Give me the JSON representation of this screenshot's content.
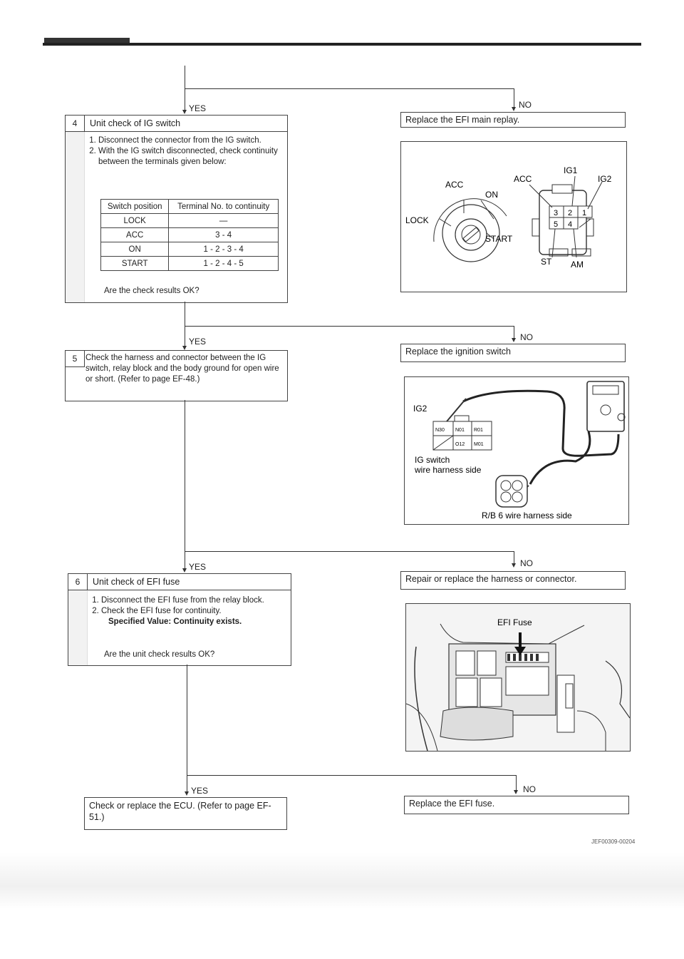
{
  "flow": {
    "yes": "YES",
    "no": "NO"
  },
  "step4": {
    "num": "4",
    "title": "Unit check of IG switch",
    "instructions": [
      "Disconnect the connector from the IG switch.",
      "With the IG switch disconnected, check continuity between the terminals given below:"
    ],
    "table_headers": [
      "Switch position",
      "Terminal No. to continuity"
    ],
    "table_rows": [
      [
        "LOCK",
        "—"
      ],
      [
        "ACC",
        "3 - 4"
      ],
      [
        "ON",
        "1 - 2 - 3 - 4"
      ],
      [
        "START",
        "1 - 2 - 4 - 5"
      ]
    ],
    "question": "Are the check results OK?"
  },
  "no4": {
    "text": "Replace the EFI main replay.",
    "figure_labels": {
      "acc_left": "ACC",
      "on": "ON",
      "lock": "LOCK",
      "start": "START",
      "acc_right": "ACC",
      "ig1": "IG1",
      "ig2": "IG2",
      "st": "ST",
      "am": "AM",
      "pin_3": "3",
      "pin_2": "2",
      "pin_1": "1",
      "pin_5": "5",
      "pin_4": "4"
    }
  },
  "step5": {
    "num": "5",
    "text": "Check the harness and connector between the IG switch, relay block and the body ground for open wire or short. (Refer to page EF-48.)"
  },
  "no5": {
    "text": "Replace the ignition switch",
    "figure_labels": {
      "ig2": "IG2",
      "ig_switch_line1": "IG switch",
      "ig_switch_line2": "wire harness side",
      "rb6": "R/B 6 wire harness side",
      "c1": "N30",
      "c2": "N01",
      "c3": "R01",
      "c4": "O12",
      "c5": "M01"
    }
  },
  "step6": {
    "num": "6",
    "title": "Unit check of EFI fuse",
    "instructions": [
      "Disconnect the EFI fuse from the relay block.",
      "Check the EFI fuse for continuity."
    ],
    "spec": "Specified Value: Continuity exists.",
    "question": "Are the unit check results OK?"
  },
  "no6": {
    "text": "Repair or replace the harness or connector.",
    "figure_labels": {
      "efi_fuse": "EFI Fuse"
    }
  },
  "final_yes": {
    "text": "Check or replace the ECU. (Refer to page EF-51.)"
  },
  "final_no": {
    "text": "Replace the EFI fuse."
  },
  "figure_code": "JEF00309-00204",
  "page_mark": "|"
}
